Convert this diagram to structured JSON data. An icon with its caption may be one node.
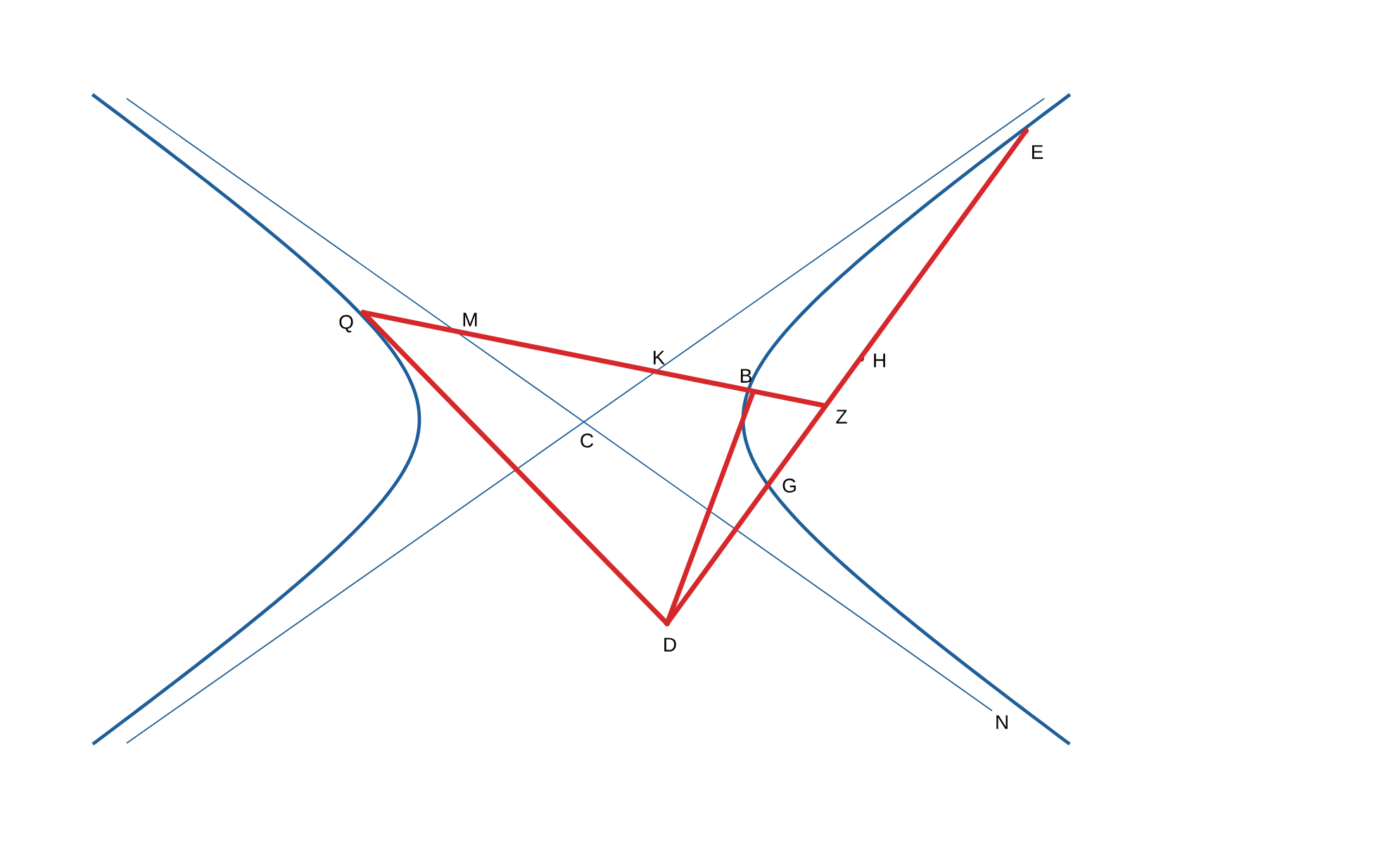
{
  "diagram": {
    "nodes": [
      {
        "text": [
          "E"
        ]
      },
      {
        "text": [
          "Q"
        ]
      },
      {
        "text": [
          "M"
        ]
      },
      {
        "text": [
          "H"
        ]
      },
      {
        "text": [
          "K"
        ]
      },
      {
        "text": [
          "B"
        ]
      },
      {
        "text": [
          "Z"
        ]
      },
      {
        "text": [
          "C"
        ]
      },
      {
        "text": [
          "G"
        ]
      },
      {
        "text": [
          "D"
        ]
      },
      {
        "text": [
          "N"
        ]
      }
    ],
    "edges": [
      {
        "from": 1,
        "to": 6,
        "arrow": "none"
      },
      {
        "from": 1,
        "to": 9,
        "arrow": "none"
      },
      {
        "from": 9,
        "to": 5,
        "arrow": "none"
      },
      {
        "from": 9,
        "to": 0,
        "arrow": "none"
      }
    ]
  }
}
